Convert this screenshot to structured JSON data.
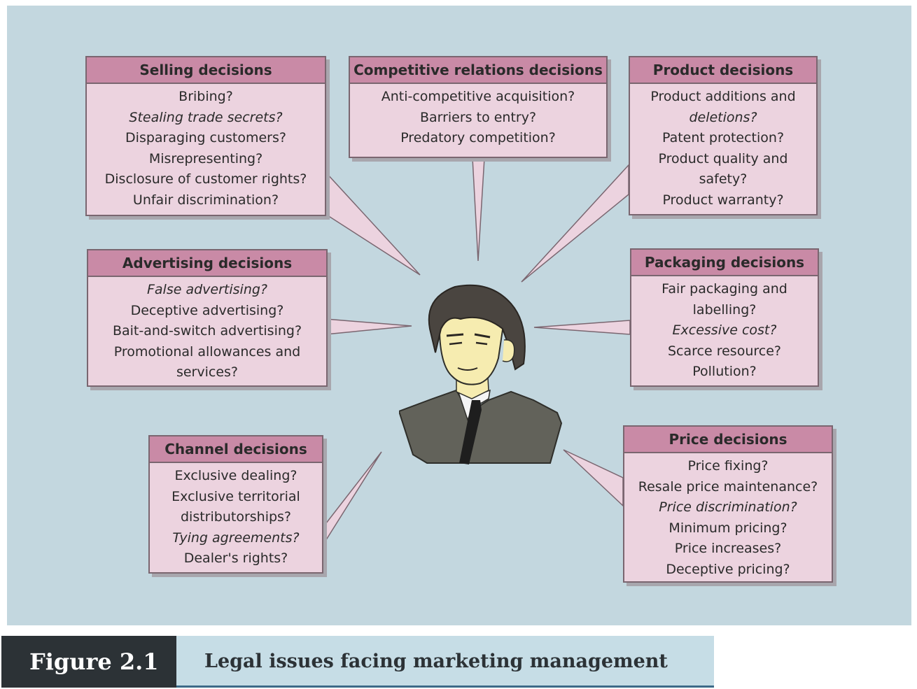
{
  "boxes": {
    "selling": {
      "title": "Selling decisions",
      "items": [
        "Bribing?",
        "Stealing trade secrets?",
        "Disparaging customers?",
        "Misrepresenting?",
        "Disclosure of customer rights?",
        "Unfair discrimination?"
      ]
    },
    "competitive": {
      "title": "Competitive relations decisions",
      "items": [
        "Anti-competitive acquisition?",
        "Barriers to entry?",
        "Predatory competition?"
      ]
    },
    "product": {
      "title": "Product decisions",
      "items": [
        "Product additions and",
        "deletions?",
        "Patent protection?",
        "Product quality and",
        "safety?",
        "Product warranty?"
      ]
    },
    "advertising": {
      "title": "Advertising decisions",
      "items": [
        "False advertising?",
        "Deceptive advertising?",
        "Bait-and-switch advertising?",
        "Promotional allowances and",
        "services?"
      ]
    },
    "packaging": {
      "title": "Packaging decisions",
      "items": [
        "Fair packaging and",
        "labelling?",
        "Excessive cost?",
        "Scarce resource?",
        "Pollution?"
      ]
    },
    "channel": {
      "title": "Channel decisions",
      "items": [
        "Exclusive dealing?",
        "Exclusive territorial",
        "distributorships?",
        "Tying agreements?",
        "Dealer's rights?"
      ]
    },
    "price": {
      "title": "Price decisions",
      "items": [
        "Price fixing?",
        "Resale price maintenance?",
        "Price discrimination?",
        "Minimum pricing?",
        "Price increases?",
        "Deceptive pricing?"
      ]
    }
  },
  "caption": {
    "number": "Figure 2.1",
    "text": "Legal issues facing marketing management"
  },
  "colors": {
    "background": "#c3d7df",
    "box_fill": "#ecd3df",
    "header_fill": "#c98aa6",
    "caption_dark": "#2c3236",
    "caption_light": "#c6dde6"
  }
}
